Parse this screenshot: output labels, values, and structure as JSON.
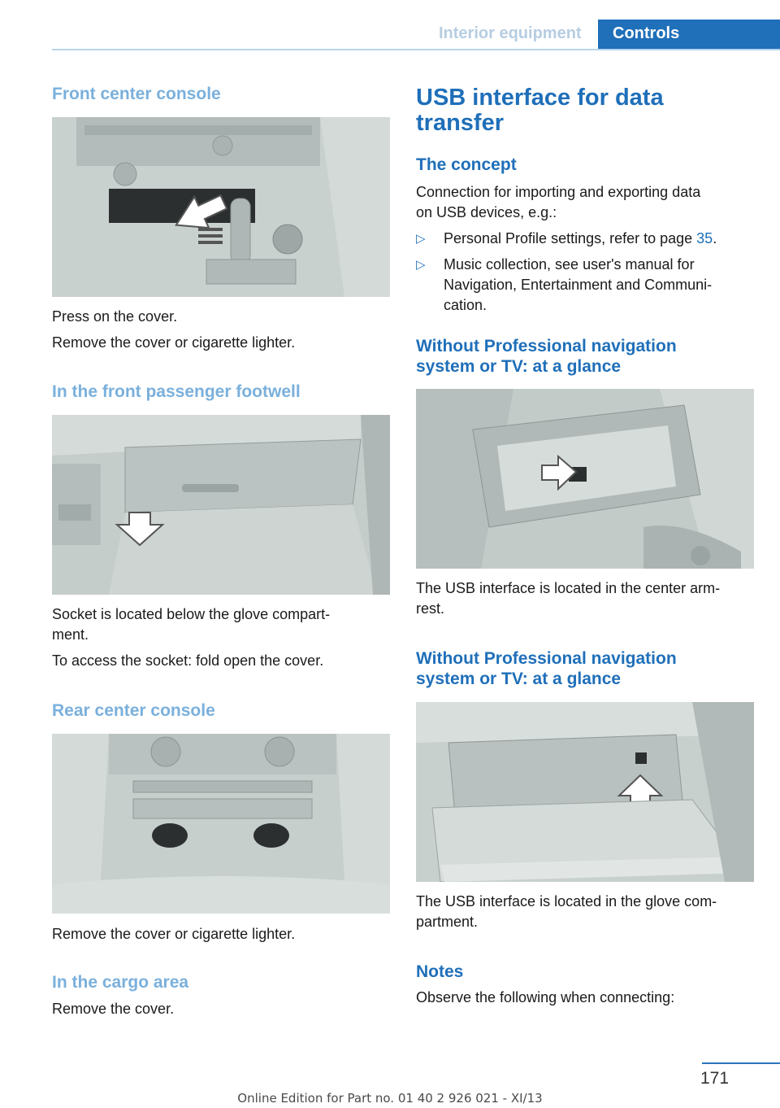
{
  "header": {
    "section": "Interior equipment",
    "tab": "Controls"
  },
  "left": {
    "front_console": {
      "heading": "Front center console",
      "text1": "Press on the cover.",
      "text2": "Remove the cover or cigarette lighter."
    },
    "passenger_footwell": {
      "heading": "In the front passenger footwell",
      "text1_line1": "Socket is located below the glove compart‐",
      "text1_line2": "ment.",
      "text2": "To access the socket: fold open the cover."
    },
    "rear_console": {
      "heading": "Rear center console",
      "text1": "Remove the cover or cigarette lighter."
    },
    "cargo": {
      "heading": "In the cargo area",
      "text1": "Remove the cover."
    }
  },
  "right": {
    "usb": {
      "title_line1": "USB interface for data",
      "title_line2": "transfer"
    },
    "concept": {
      "heading": "The concept",
      "text_line1": "Connection for importing and exporting data",
      "text_line2": "on USB devices, e.g.:",
      "bullet1_text": "Personal Profile settings, refer to page ",
      "bullet1_link": "35",
      "bullet1_end": ".",
      "bullet2_line1": "Music collection, see user's manual for",
      "bullet2_line2": "Navigation, Entertainment and Communi‐",
      "bullet2_line3": "cation.",
      "bullet_marker": "▷"
    },
    "glance1": {
      "heading_line1": "Without Professional navigation",
      "heading_line2": "system or TV: at a glance",
      "text_line1": "The USB interface is located in the center arm‐",
      "text_line2": "rest."
    },
    "glance2": {
      "heading_line1": "Without Professional navigation",
      "heading_line2": "system or TV: at a glance",
      "text_line1": "The USB interface is located in the glove com‐",
      "text_line2": "partment."
    },
    "notes": {
      "heading": "Notes",
      "text": "Observe the following when connecting:"
    }
  },
  "footer": {
    "page_number": "171",
    "edition": "Online Edition for Part no. 01 40 2 926 021 - XI/13"
  }
}
